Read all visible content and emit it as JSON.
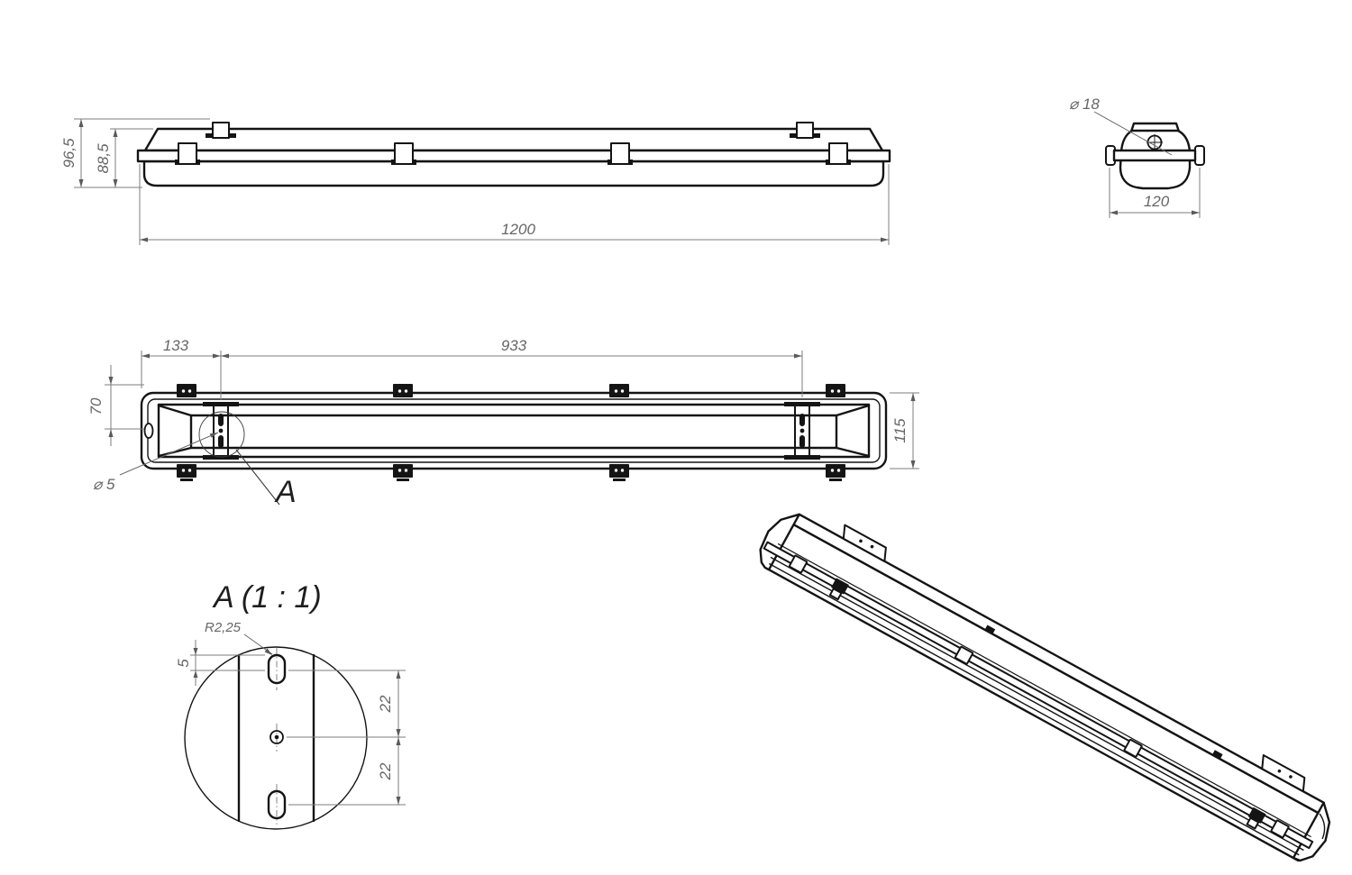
{
  "front_view": {
    "height_overall": "96,5",
    "height_body": "88,5",
    "length": "1200"
  },
  "end_view": {
    "hole_diameter": "⌀ 18",
    "width": "120"
  },
  "plan_view": {
    "end_offset": "133",
    "bracket_spacing": "933",
    "hole_offset": "70",
    "width": "115",
    "hole_diameter": "⌀ 5",
    "detail_marker": "A"
  },
  "detail_a": {
    "title": "A (1 : 1)",
    "slot_radius": "R2,25",
    "slot_offset": "5",
    "spacing_upper": "22",
    "spacing_lower": "22"
  },
  "colors": {
    "outline": "#141414",
    "dimension": "#7d7d7d",
    "text": "#666666",
    "background": "#ffffff"
  }
}
